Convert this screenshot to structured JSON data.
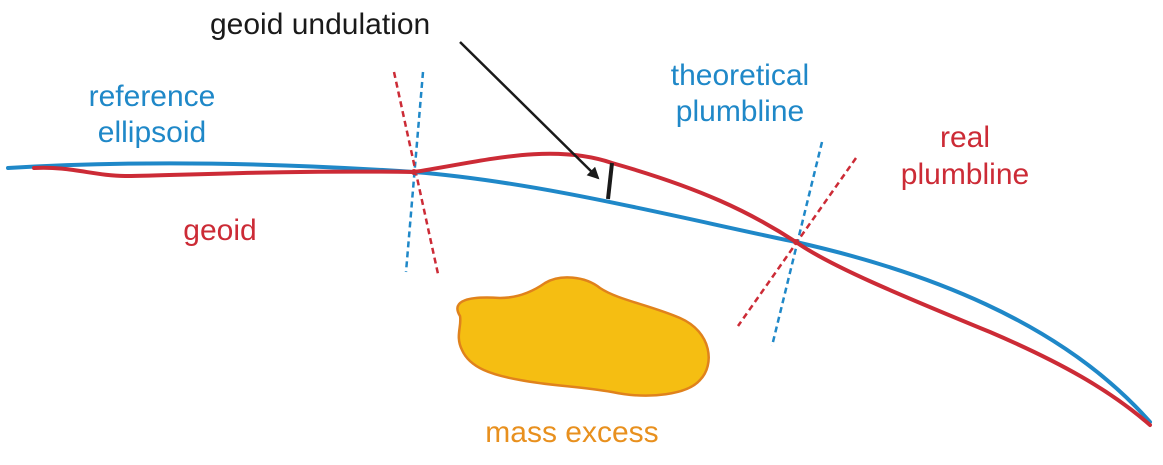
{
  "labels": {
    "geoid_undulation": "geoid undulation",
    "reference_ellipsoid_line1": "reference",
    "reference_ellipsoid_line2": "ellipsoid",
    "theoretical_plumbline_line1": "theoretical",
    "theoretical_plumbline_line2": "plumbline",
    "real_plumbline_line1": "real",
    "real_plumbline_line2": "plumbline",
    "geoid": "geoid",
    "mass_excess": "mass excess"
  },
  "colors": {
    "ellipsoid_blue": "#1f88c8",
    "geoid_red": "#cc2b36",
    "mass_fill": "#f5be12",
    "mass_stroke": "#e0821c",
    "mass_label": "#e8901e",
    "annotation": "#1a1a1a"
  }
}
